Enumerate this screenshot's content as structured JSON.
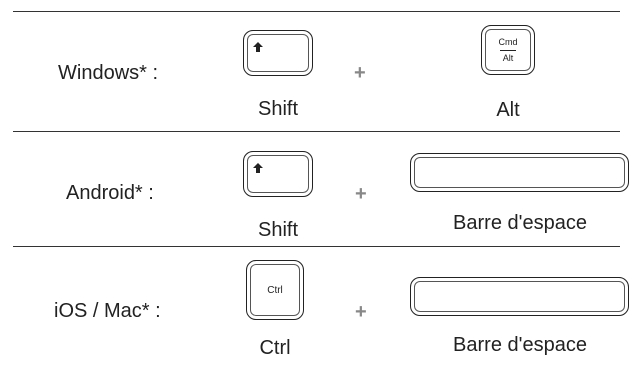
{
  "rows": [
    {
      "os_label": "Windows* :",
      "plus": "+",
      "key1": {
        "icon": "shift-arrow-icon",
        "label": "Shift"
      },
      "key2": {
        "top": "Cmd",
        "bottom": "Alt",
        "label": "Alt"
      }
    },
    {
      "os_label": "Android* :",
      "plus": "+",
      "key1": {
        "icon": "shift-arrow-icon",
        "label": "Shift"
      },
      "key2": {
        "label": "Barre d'espace"
      }
    },
    {
      "os_label": "iOS / Mac* :",
      "plus": "+",
      "key1": {
        "cap": "Ctrl",
        "label": "Ctrl"
      },
      "key2": {
        "label": "Barre d'espace"
      }
    }
  ],
  "colors": {
    "line": "#333333",
    "plus": "#888888",
    "text": "#222222"
  }
}
